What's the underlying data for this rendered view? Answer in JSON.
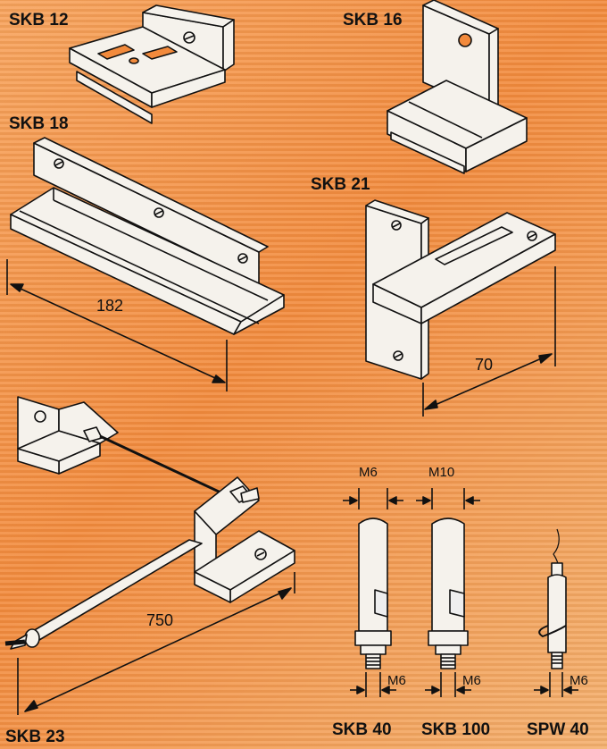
{
  "colors": {
    "background": "#f28a3c",
    "part_fill": "#f5f2ec",
    "stroke": "#111111"
  },
  "labels": {
    "skb12": "SKB 12",
    "skb16": "SKB 16",
    "skb18": "SKB 18",
    "skb21": "SKB 21",
    "skb23": "SKB 23",
    "skb40": "SKB 40",
    "skb100": "SKB 100",
    "spw40": "SPW 40"
  },
  "dimensions": {
    "skb18_length": "182",
    "skb21_length": "70",
    "skb23_length": "750"
  },
  "threads": {
    "skb40_top": "M6",
    "skb100_top": "M10",
    "skb40_bottom": "M6",
    "skb100_bottom": "M6",
    "spw40_bottom": "M6"
  }
}
